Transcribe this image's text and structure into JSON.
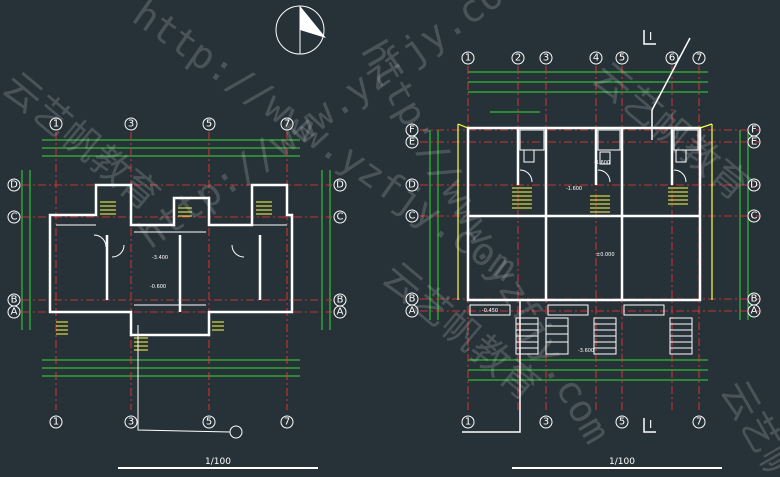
{
  "left_plan": {
    "axis_top": [
      "1",
      "3",
      "5",
      "7"
    ],
    "axis_bottom": [
      "1",
      "3",
      "5",
      "7"
    ],
    "axis_rows": [
      "D",
      "C",
      "B",
      "A"
    ],
    "elevations": [
      "-0.600",
      "-3.400"
    ],
    "scale_label": "1/100"
  },
  "right_plan": {
    "axis_top": [
      "1",
      "2",
      "3",
      "4",
      "5",
      "6",
      "7"
    ],
    "axis_bottom": [
      "1",
      "3",
      "5",
      "7"
    ],
    "axis_rows": [
      "F",
      "E",
      "D",
      "C",
      "B",
      "A"
    ],
    "elevations": [
      "±0.000",
      "-1.600",
      "-3.600",
      "-0.450",
      "-1.600"
    ],
    "section_mark": "I",
    "scale_label": "1/100"
  },
  "watermark": {
    "url_text": "http://www.yzfjy.com",
    "cn_text": "云艺帆教育",
    "cn_text_short": "云艺帆"
  },
  "colors": {
    "background": "#263238",
    "wall": "#ffffff",
    "axis": "#ff3333",
    "dimension": "#33dd33",
    "stair": "#ffff44",
    "section": "#ffffff"
  }
}
